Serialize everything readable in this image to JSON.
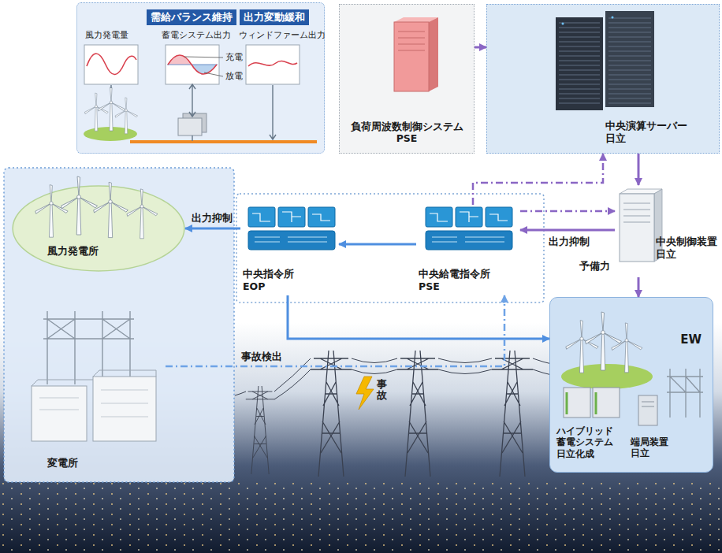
{
  "diagram": {
    "nodes": [
      {
        "text": [
          "需給バランス維持",
          "出力変動緩和"
        ]
      },
      {
        "text": [
          "負荷周波数制御システム PSE"
        ]
      },
      {
        "text": [
          "中央演算サーバー 日立"
        ]
      },
      {
        "text": [
          "風力発電所"
        ]
      },
      {
        "text": [
          "中央指令所 EOP"
        ]
      },
      {
        "text": [
          "中央給電指令所 PSE"
        ]
      },
      {
        "text": [
          "中央制御装置 日立"
        ]
      },
      {
        "text": [
          "変電所"
        ]
      },
      {
        "text": [
          "EW"
        ]
      },
      {
        "text": [
          "ハイブリッド 蓄電システム 日立化成"
        ],
        "in": 8
      },
      {
        "text": [
          "端局装置 日立"
        ],
        "in": 8
      }
    ],
    "edges": [
      {
        "from": 1,
        "to": 2,
        "arrow": "to"
      },
      {
        "from": 2,
        "to": 6,
        "arrow": "to"
      },
      {
        "from": 6,
        "to": 5,
        "arrow": "to",
        "label": "出力抑制"
      },
      {
        "from": 5,
        "to": 2,
        "arrow": "to"
      },
      {
        "from": 5,
        "to": 6,
        "arrow": "to"
      },
      {
        "from": 5,
        "to": 4,
        "arrow": "to"
      },
      {
        "from": 4,
        "to": 3,
        "arrow": "to",
        "label": "出力抑制"
      },
      {
        "from": 4,
        "to": 8,
        "arrow": "to"
      },
      {
        "from": 6,
        "to": 8,
        "arrow": "to",
        "label": "予備力"
      },
      {
        "from": 7,
        "to": 5,
        "arrow": "to",
        "label": "事故検出"
      }
    ],
    "labels": [
      "風力発電量",
      "蓄電システム出力",
      "ウィンドファーム出力",
      "充電",
      "放電",
      "事故"
    ]
  }
}
